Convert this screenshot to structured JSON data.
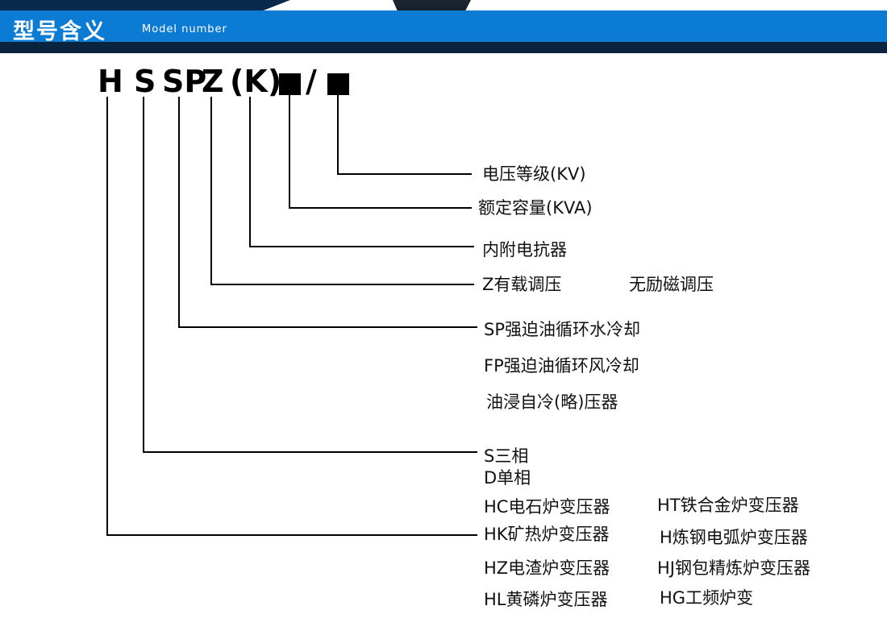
{
  "header": {
    "title_cn": "型号含义",
    "title_en": "Model number",
    "band_color": "#0b7bd4",
    "navy_color": "#0a2440"
  },
  "model_code": {
    "furnace_prefix": "H",
    "phase": "S",
    "cooling": "SP",
    "regulation": "Z",
    "reactor": "(K)",
    "slash": "/",
    "square": "■"
  },
  "labels": {
    "voltage": "电压等级(KV)",
    "capacity": "额定容量(KVA)",
    "reactor": "内附电抗器",
    "regulation_z": "Z有载调压",
    "regulation_none": "无励磁调压",
    "cooling_sp": "SP强迫油循环水冷却",
    "cooling_fp": "FP强迫油循环风冷却",
    "cooling_oil": "油浸自冷(略)压器",
    "phase_s": "S三相",
    "phase_d": "D单相",
    "furnace_hc": "HC电石炉变压器",
    "furnace_ht": "HT铁合金炉变压器",
    "furnace_hk": "HK矿热炉变压器",
    "furnace_h": "H炼钢电弧炉变压器",
    "furnace_hz": "HZ电渣炉变压器",
    "furnace_hj": "HJ钢包精炼炉变压器",
    "furnace_hl": "HL黄磷炉变压器",
    "furnace_hg": "HG工频炉变"
  }
}
